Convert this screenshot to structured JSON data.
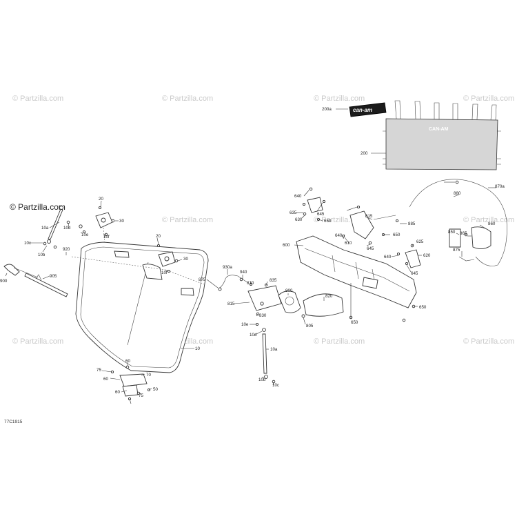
{
  "diagram_code": "77C1915",
  "watermarks": {
    "primary": "© Partzilla.com",
    "faded": "© Partzilla.com"
  },
  "brand_label": "can-am",
  "net_logo": "CAN-AM",
  "callouts": [
    "200a",
    "200",
    "880",
    "870a",
    "860",
    "865",
    "850",
    "875",
    "640",
    "635",
    "630",
    "645",
    "650",
    "615",
    "610",
    "885",
    "640",
    "645",
    "650",
    "625",
    "620",
    "640",
    "645",
    "600",
    "650",
    "20",
    "30",
    "10a",
    "10d",
    "10e",
    "10f",
    "10c",
    "10b",
    "920",
    "20",
    "30",
    "10f",
    "900",
    "905",
    "875",
    "930a",
    "940",
    "835",
    "810",
    "800",
    "820",
    "815",
    "830",
    "805",
    "10e",
    "10d",
    "10a",
    "10b",
    "10c",
    "10",
    "650",
    "60",
    "75",
    "70",
    "60",
    "60",
    "75",
    "50"
  ]
}
